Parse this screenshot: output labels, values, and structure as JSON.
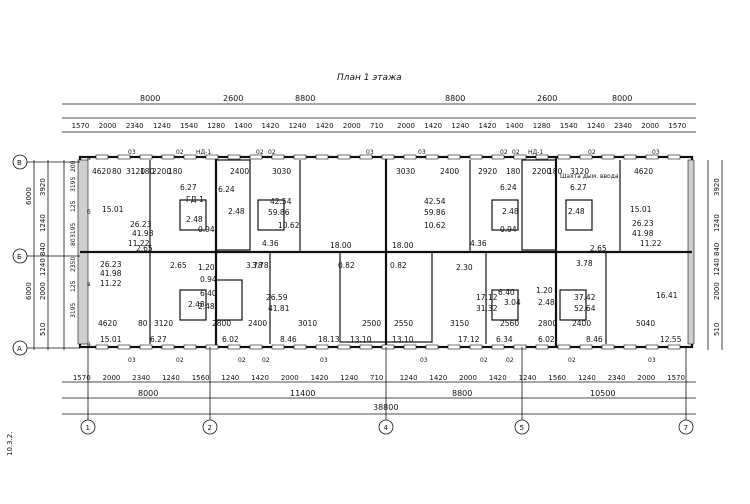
{
  "title": "План 1 этажа",
  "sheet_number": "10.3.2.",
  "top_dims_row1": [
    "8000",
    "2600",
    "8800",
    "8800",
    "2600",
    "8000"
  ],
  "top_dims_row2": [
    "1570",
    "2000",
    "2340",
    "1240",
    "1540",
    "1280",
    "1400",
    "1420",
    "1240",
    "1420",
    "2000",
    "710",
    "2000",
    "1420",
    "1240",
    "1420",
    "1400",
    "1280",
    "1540",
    "1240",
    "2340",
    "2000",
    "1570"
  ],
  "top_codes": [
    "03",
    "02",
    "НД-1",
    "02",
    "02",
    "03",
    "03",
    "02",
    "02",
    "НД-1",
    "02",
    "03"
  ],
  "bottom_dims_row1": [
    "1570",
    "2000",
    "2340",
    "1240",
    "1560",
    "1240",
    "1420",
    "2000",
    "1420",
    "1240",
    "710",
    "1240",
    "1420",
    "2000",
    "1420",
    "1240",
    "1560",
    "1240",
    "2340",
    "2000",
    "1570"
  ],
  "bottom_dims_row2": [
    "8000",
    "11400",
    "8800",
    "10500"
  ],
  "bottom_total": "38800",
  "bottom_codes": [
    "03",
    "02",
    "02",
    "02",
    "03",
    "03",
    "02",
    "02",
    "02",
    "03"
  ],
  "axis_cols": [
    "1",
    "2",
    "4",
    "5",
    "7"
  ],
  "axis_rows": [
    "В",
    "Б",
    "А"
  ],
  "left_dims_outer": [
    "6000",
    "6000"
  ],
  "left_dims_inner": [
    "3920",
    "1240",
    "840",
    "1240",
    "2000",
    "510"
  ],
  "left_dims_wall": [
    "3195",
    "200",
    "125",
    "3195",
    "2350",
    "80",
    "125",
    "3195"
  ],
  "right_dims": [
    "3920",
    "1240",
    "840",
    "1240",
    "2000",
    "510"
  ],
  "row_labels": [
    "а",
    "б",
    "в",
    "а"
  ],
  "rooms_left_top": [
    "4620",
    "80",
    "3120",
    "180",
    "2200",
    "180",
    "2400",
    "3030",
    "15.01",
    "6.27",
    "2.48",
    "26.23",
    "41.98",
    "11.22",
    "2.65",
    "6.24",
    "2.48",
    "42.54",
    "59.86",
    "10.62",
    "4.36",
    "0.94",
    "3.78",
    "ГД-1",
    "18.00",
    "0.82"
  ],
  "rooms_right_top": [
    "3030",
    "2400",
    "2920",
    "180",
    "2200",
    "180",
    "3120",
    "4620",
    "10.62",
    "42.54",
    "59.86",
    "6.24",
    "2.48",
    "6.27",
    "2.48",
    "15.01",
    "26.23",
    "41.98",
    "11.22",
    "2.65",
    "4.36",
    "0.94",
    "18.00",
    "0.82"
  ],
  "rooms_left_bottom": [
    "26.23",
    "41.98",
    "11.22",
    "2.65",
    "2.48",
    "1.20",
    "0.94",
    "6.40",
    "2.48",
    "3.78",
    "26.59",
    "41.81",
    "4620",
    "80",
    "3120",
    "2800",
    "2400",
    "3010",
    "15.01",
    "6.27",
    "6.02",
    "8.46",
    "18.13",
    "13.10",
    "2500"
  ],
  "rooms_right_bottom": [
    "2.30",
    "17.12",
    "31.32",
    "3.04",
    "6.40",
    "2.48",
    "1.20",
    "37.42",
    "52.64",
    "3.78",
    "16.41",
    "2550",
    "3150",
    "2560",
    "2800",
    "2400",
    "5040",
    "13.10",
    "17.12",
    "6.34",
    "6.02",
    "8.46",
    "12.55"
  ],
  "misc_labels": [
    "Шахта дым. ввода"
  ]
}
